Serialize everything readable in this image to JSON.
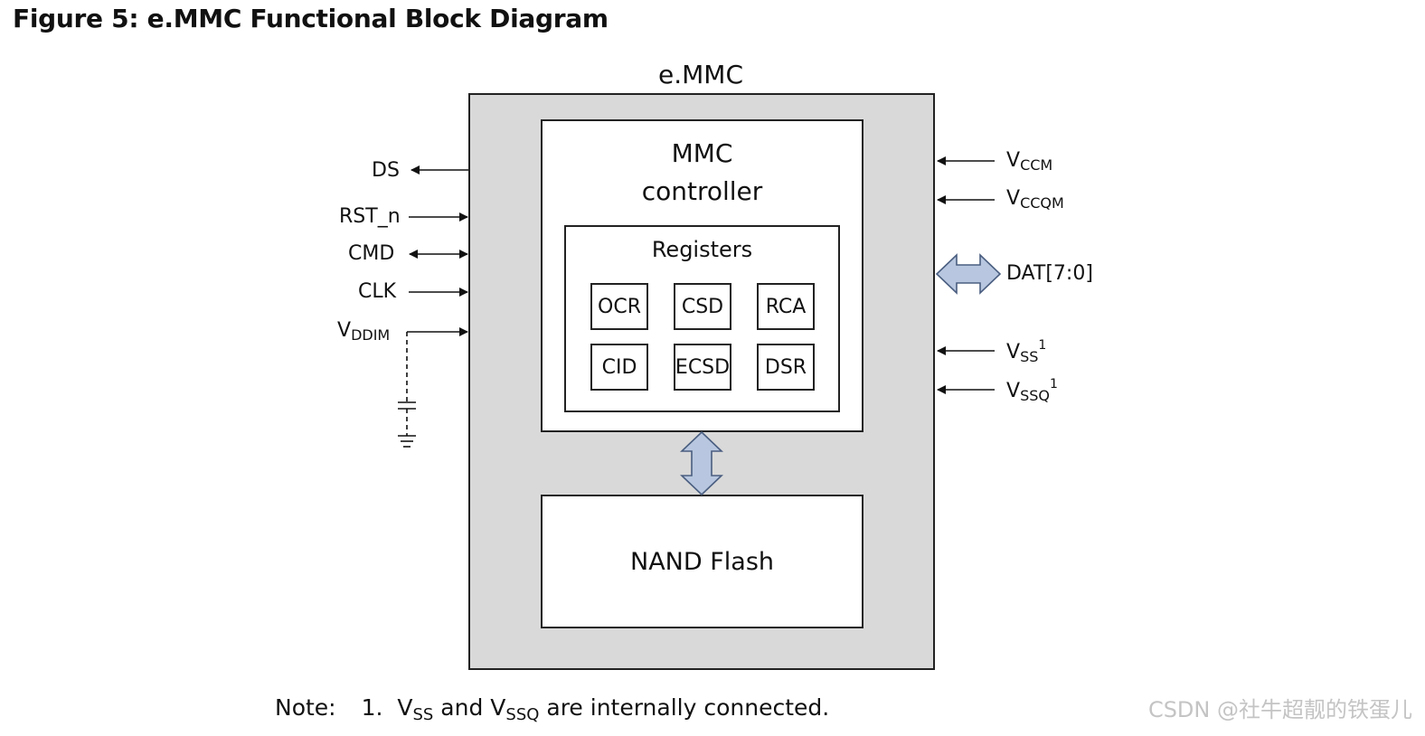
{
  "figure": {
    "title": "Figure 5: e.MMC Functional Block Diagram"
  },
  "device": {
    "label": "e.MMC"
  },
  "controller": {
    "title_line1": "MMC",
    "title_line2": "controller",
    "registers": {
      "title": "Registers",
      "items": [
        "OCR",
        "CSD",
        "RCA",
        "CID",
        "ECSD",
        "DSR"
      ]
    }
  },
  "nand": {
    "label": "NAND Flash"
  },
  "left_signals": {
    "ds": "DS",
    "rst_n": "RST_n",
    "cmd": "CMD",
    "clk": "CLK",
    "vddim": {
      "base": "V",
      "sub": "DDIM"
    }
  },
  "right_signals": {
    "vccm": {
      "base": "V",
      "sub": "CCM"
    },
    "vccqm": {
      "base": "V",
      "sub": "CCQM"
    },
    "dat": "DAT[7:0]",
    "vss": {
      "base": "V",
      "sub": "SS",
      "sup": "1"
    },
    "vssq": {
      "base": "V",
      "sub": "SSQ",
      "sup": "1"
    }
  },
  "note": {
    "label": "Note:",
    "number": "1.",
    "v1_base": "V",
    "v1_sub": "SS",
    "mid": " and ",
    "v2_base": "V",
    "v2_sub": "SSQ",
    "tail": " are internally connected."
  },
  "watermark": {
    "text": "CSDN @社牛超靓的铁蛋儿"
  },
  "colors": {
    "device_fill": "#d9d9d9",
    "bus_arrow_fill": "#b8c7df",
    "bus_arrow_stroke": "#4a5e80",
    "line": "#111111",
    "watermark": "#c4c4c4"
  }
}
